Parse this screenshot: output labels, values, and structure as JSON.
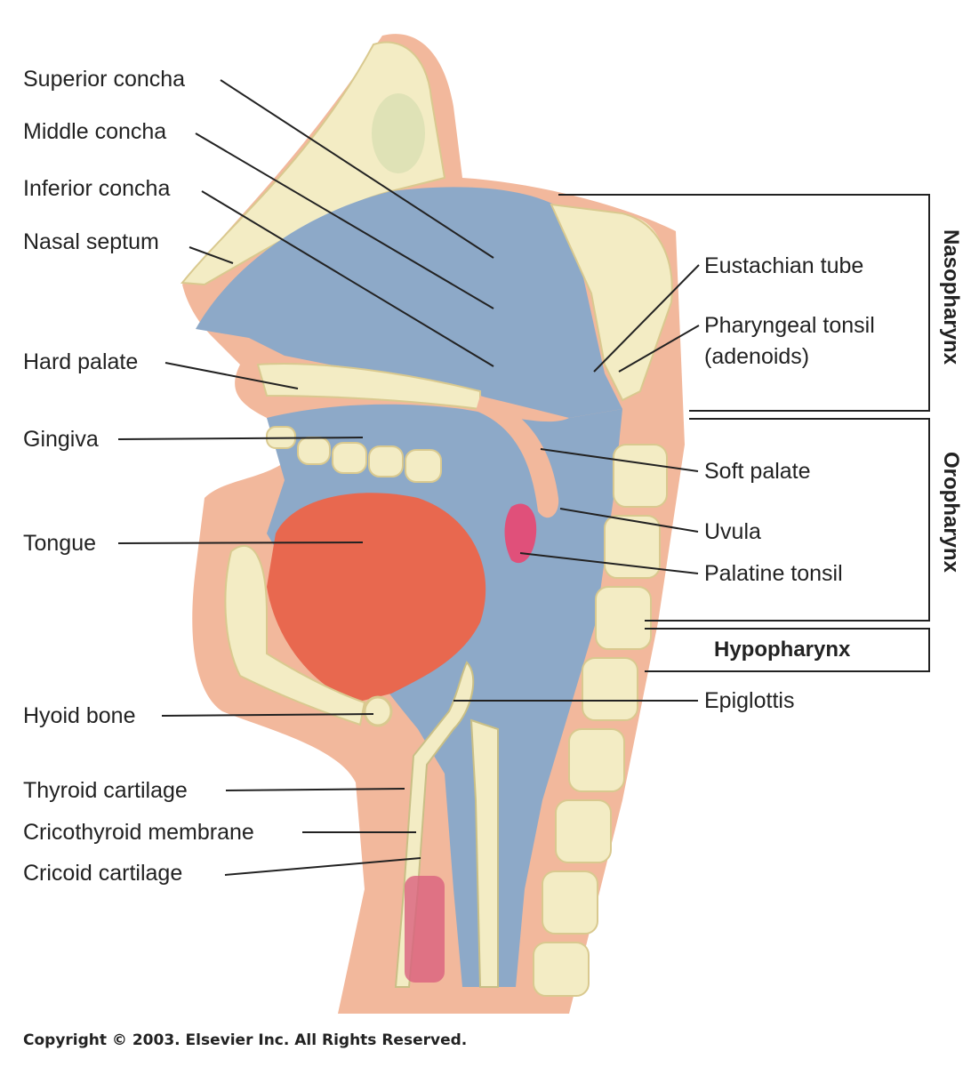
{
  "labels_left": {
    "superior_concha": "Superior concha",
    "middle_concha": "Middle concha",
    "inferior_concha": "Inferior concha",
    "nasal_septum": "Nasal septum",
    "hard_palate": "Hard palate",
    "gingiva": "Gingiva",
    "tongue": "Tongue",
    "hyoid_bone": "Hyoid bone",
    "thyroid_cartilage": "Thyroid cartilage",
    "cricothyroid_membrane": "Cricothyroid membrane",
    "cricoid_cartilage": "Cricoid cartilage"
  },
  "labels_right": {
    "eustachian_tube": "Eustachian tube",
    "pharyngeal_tonsil_line1": "Pharyngeal tonsil",
    "pharyngeal_tonsil_line2": "(adenoids)",
    "soft_palate": "Soft palate",
    "uvula": "Uvula",
    "palatine_tonsil": "Palatine tonsil",
    "epiglottis": "Epiglottis"
  },
  "regions": {
    "nasopharynx": "Nasopharynx",
    "oropharynx": "Oropharynx",
    "hypopharynx": "Hypopharynx"
  },
  "copyright": "Copyright © 2003. Elsevier Inc. All Rights Reserved.",
  "colors": {
    "airway_blue": "#8da9c8",
    "tissue_pink": "#f2b89c",
    "bone_cream": "#f3ecc4",
    "tongue_red": "#e8684f",
    "tonsil_pink": "#e0507a",
    "line": "#222222"
  }
}
